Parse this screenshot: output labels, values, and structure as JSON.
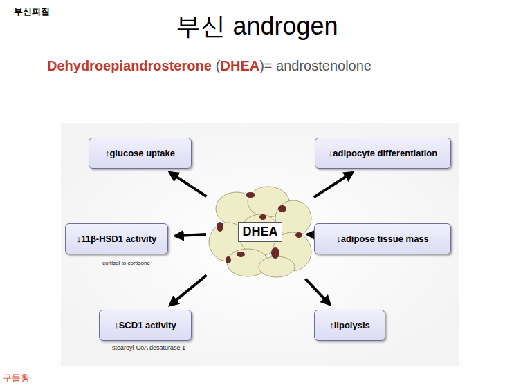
{
  "diagram": {
    "title": "부신 androgen",
    "nodes": [
      {
        "text": [
          "↑glucose uptake"
        ]
      },
      {
        "text": [
          "↓adipocyte differentiation"
        ]
      },
      {
        "text": [
          "↓11β-HSD1 activity"
        ]
      },
      {
        "text": [
          "DHEA"
        ]
      },
      {
        "text": [
          "↓adipose tissue mass"
        ]
      },
      {
        "text": [
          "↓SCD1 activity"
        ]
      },
      {
        "text": [
          "↑lipolysis"
        ]
      }
    ],
    "edges": [
      {
        "from": 3,
        "to": 0,
        "arrow": "to"
      },
      {
        "from": 3,
        "to": 1,
        "arrow": "to"
      },
      {
        "from": 3,
        "to": 2,
        "arrow": "to"
      },
      {
        "from": 3,
        "to": 4,
        "arrow": "to"
      },
      {
        "from": 3,
        "to": 5,
        "arrow": "to"
      },
      {
        "from": 3,
        "to": 6,
        "arrow": "to"
      }
    ],
    "labels": [
      "부신피질",
      "Dehydroepiandrosterone",
      "(",
      "DHEA",
      ")= androstenolone",
      "cortisol to cortisone",
      "stearoyl-CoA desaturase 1",
      "구들황"
    ]
  }
}
